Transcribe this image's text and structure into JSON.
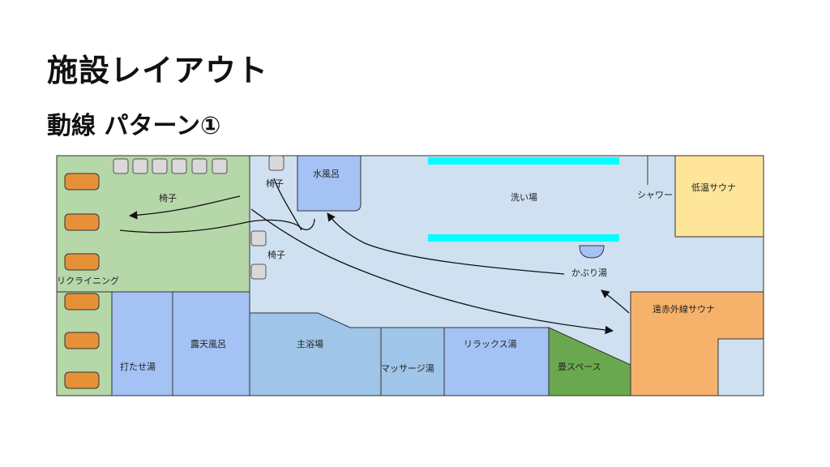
{
  "page": {
    "title": "施設レイアウト",
    "subtitle": "動線 パターン①"
  },
  "labels": {
    "chair_top": "椅子",
    "chair_mid": "椅子",
    "chair_bottom": "椅子",
    "mizuburo": "水風呂",
    "araiba": "洗い場",
    "shower": "シャワー",
    "teion_sauna": "低温サウナ",
    "kaburiyu": "かぶり湯",
    "recliner": "リクライニング",
    "utase": "打たせ湯",
    "roten": "露天風呂",
    "shuyoku": "主浴場",
    "massage": "マッサージ湯",
    "relax": "リラックス湯",
    "tatami": "畳スペース",
    "enseki_sauna": "遠赤外線サウナ"
  },
  "colors": {
    "indoor": "#cfe0f1",
    "outdoor": "#b6d7a8",
    "bath": "#a4c2f4",
    "main_bath": "#9fc5e8",
    "mizuburo": "#a4c2f4",
    "teion_sauna": "#ffe599",
    "enseki_sauna": "#f6b26b",
    "tatami": "#6aa84f",
    "recliner": "#e69138",
    "chair": "#d9d9d9",
    "washing": "#00ffff"
  }
}
